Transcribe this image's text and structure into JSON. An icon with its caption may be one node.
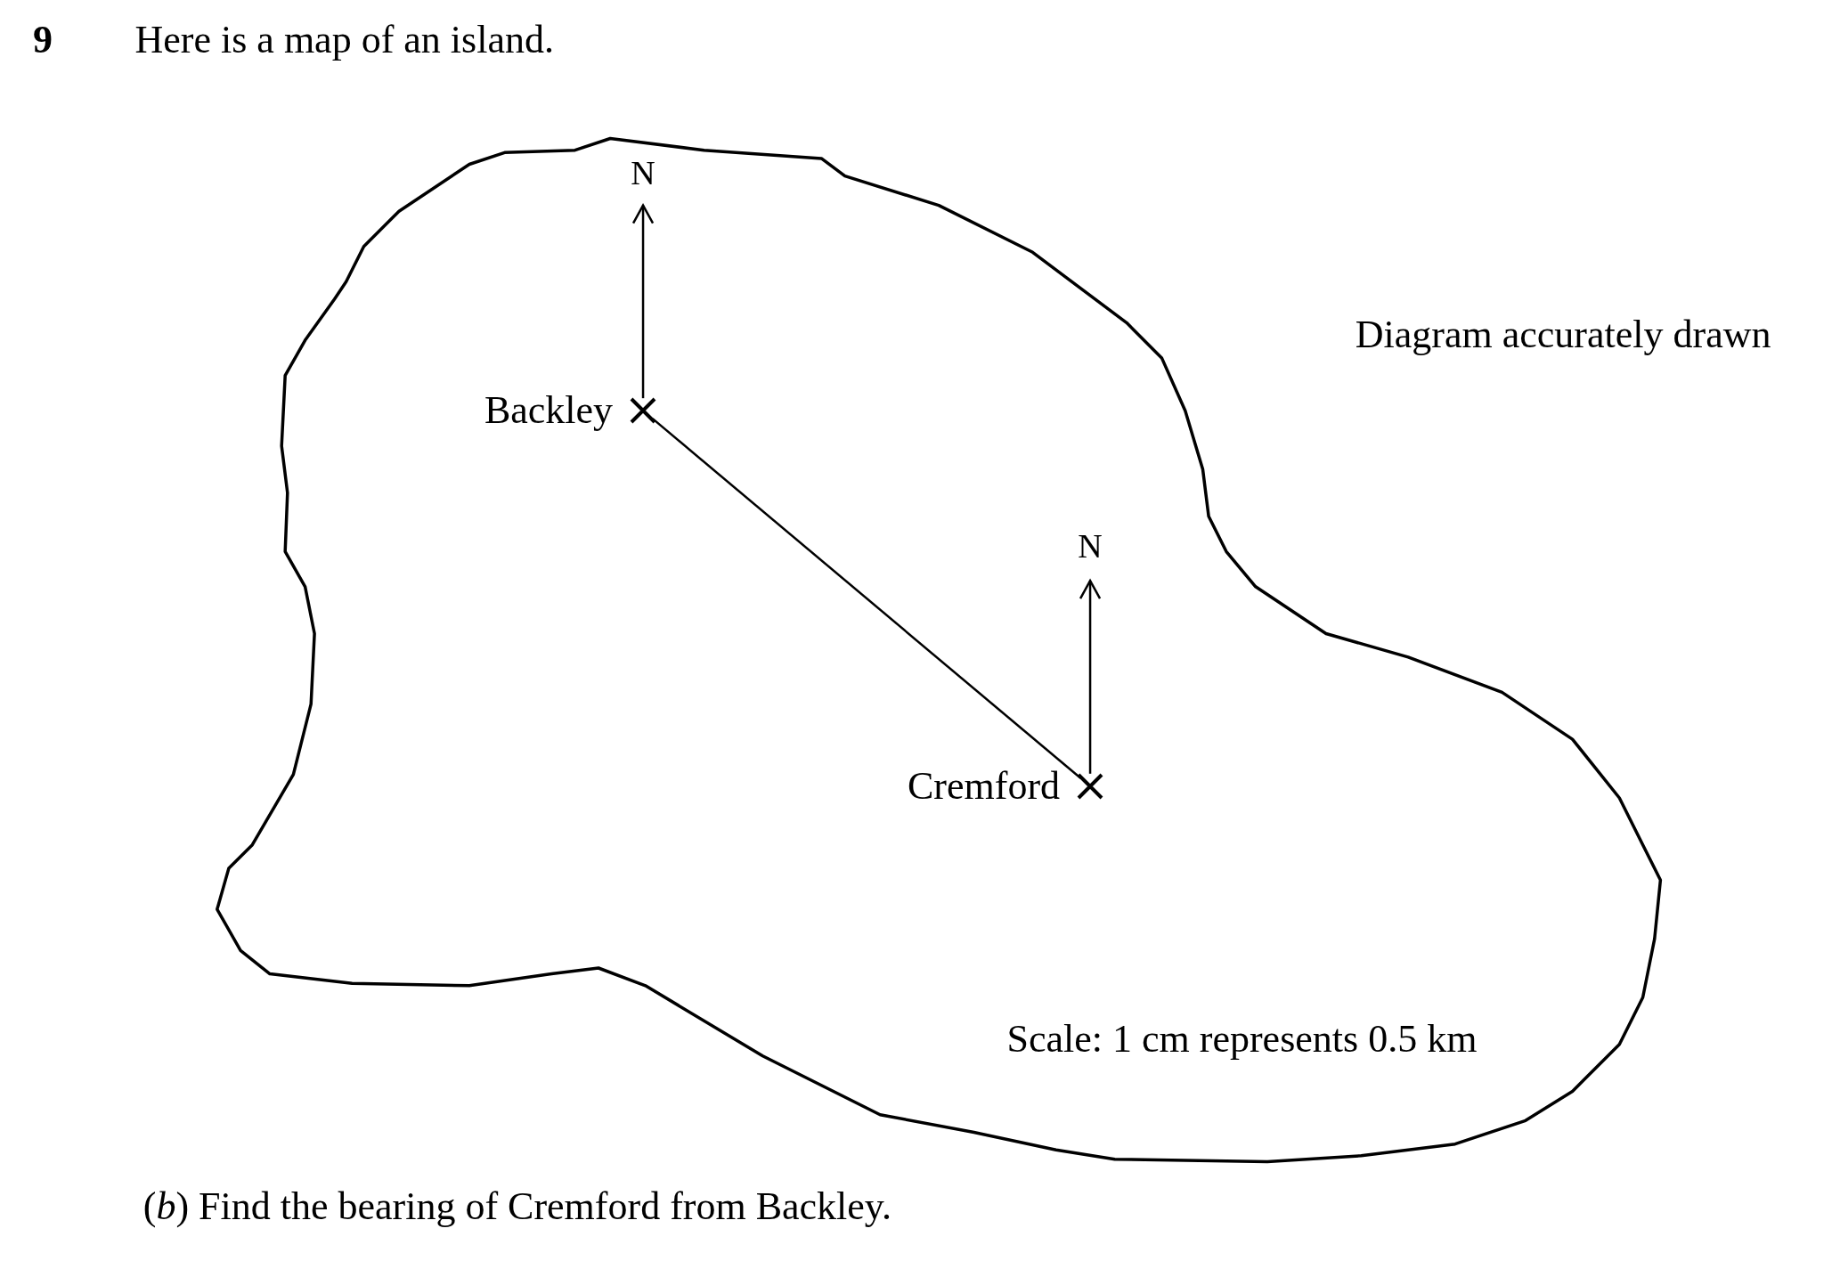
{
  "diagram": {
    "nodes": [
      {
        "text": [
          "Backley"
        ]
      },
      {
        "text": [
          "Cremford"
        ]
      }
    ],
    "edges": [
      {
        "from": 0,
        "to": 1,
        "arrow": "none"
      }
    ],
    "labels": [
      "9",
      "Here is a map of an island.",
      "N",
      "Diagram accurately drawn",
      "N",
      "Scale: 1 cm represents 0.5 km",
      "(*b*) Find the bearing of Cremford from Backley."
    ]
  }
}
